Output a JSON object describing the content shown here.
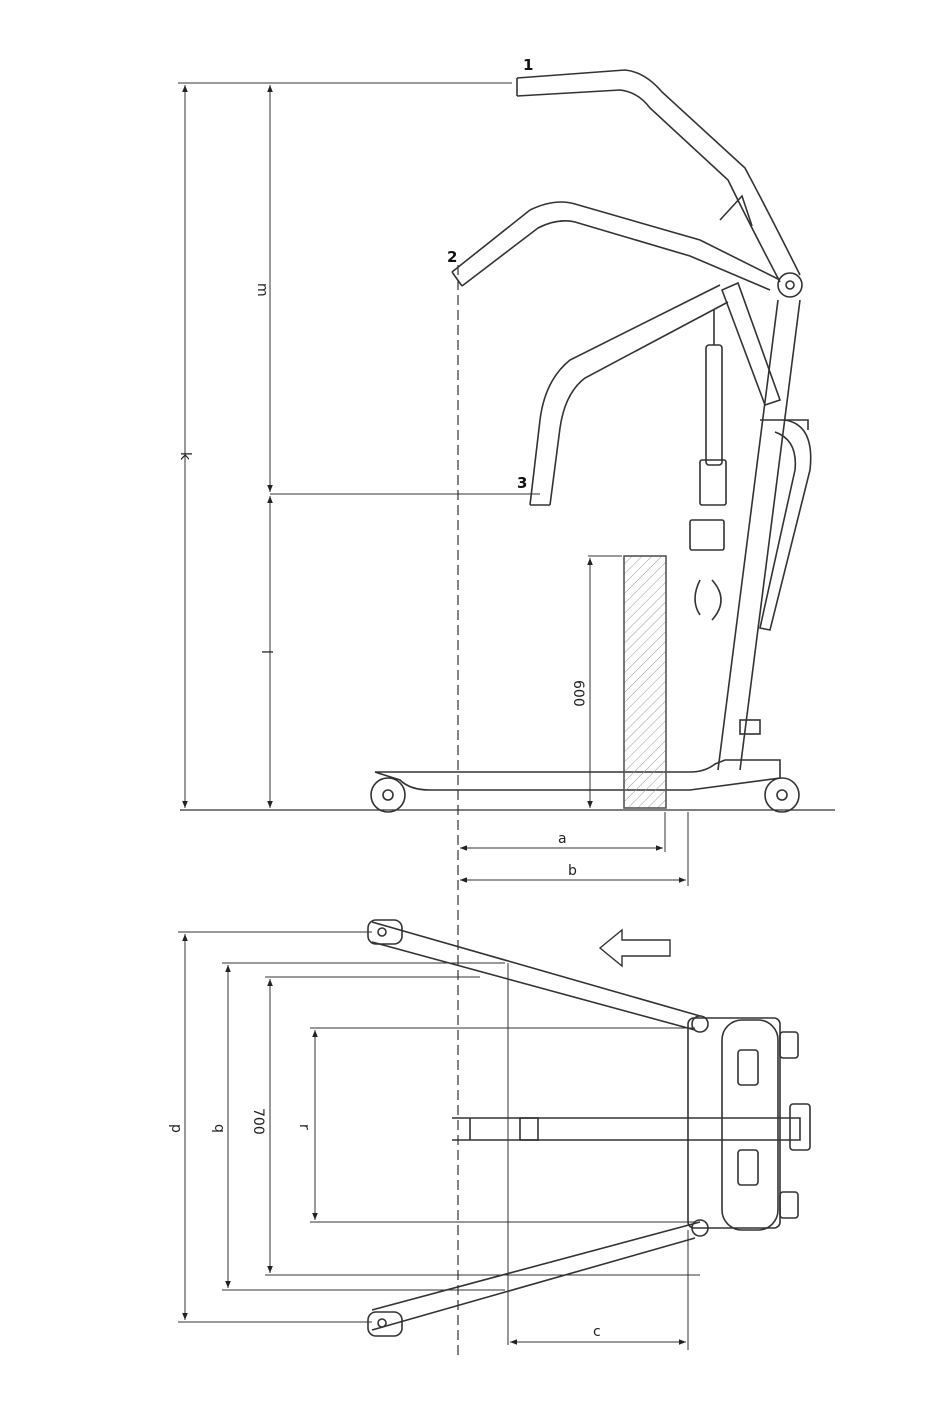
{
  "labels": {
    "point1": "1",
    "point2": "2",
    "point3": "3",
    "dim_k": "k",
    "dim_m": "m",
    "dim_l": "l",
    "dim_600": "600",
    "dim_a": "a",
    "dim_b": "b",
    "dim_p": "p",
    "dim_q": "q",
    "dim_700": "700",
    "dim_r": "r",
    "dim_c": "c"
  }
}
